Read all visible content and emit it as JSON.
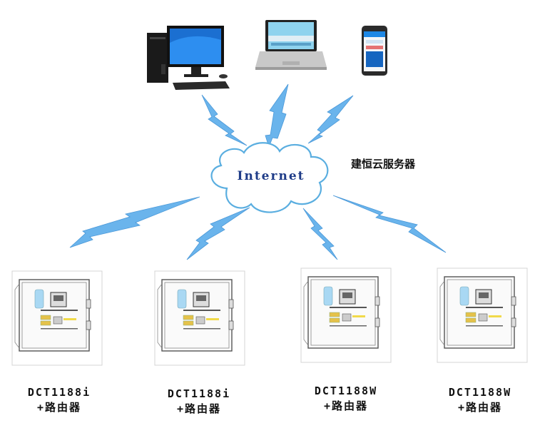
{
  "cloud": {
    "label": "Internet",
    "server_label": "建恒云服务器",
    "fill": "#ffffff",
    "stroke": "#5aaee0",
    "text_color": "#1f3c88"
  },
  "bolt_color": "#6ab4ec",
  "clients": [
    {
      "name": "desktop-computer",
      "icon": "desktop-pc-icon"
    },
    {
      "name": "laptop",
      "icon": "laptop-icon"
    },
    {
      "name": "smartphone",
      "icon": "phone-icon"
    }
  ],
  "devices": [
    {
      "line1": "DCT1188i",
      "line2": "+路由器"
    },
    {
      "line1": "DCT1188i",
      "line2": "+路由器"
    },
    {
      "line1": "DCT1188W",
      "line2": "+路由器"
    },
    {
      "line1": "DCT1188W",
      "line2": "+路由器"
    }
  ]
}
